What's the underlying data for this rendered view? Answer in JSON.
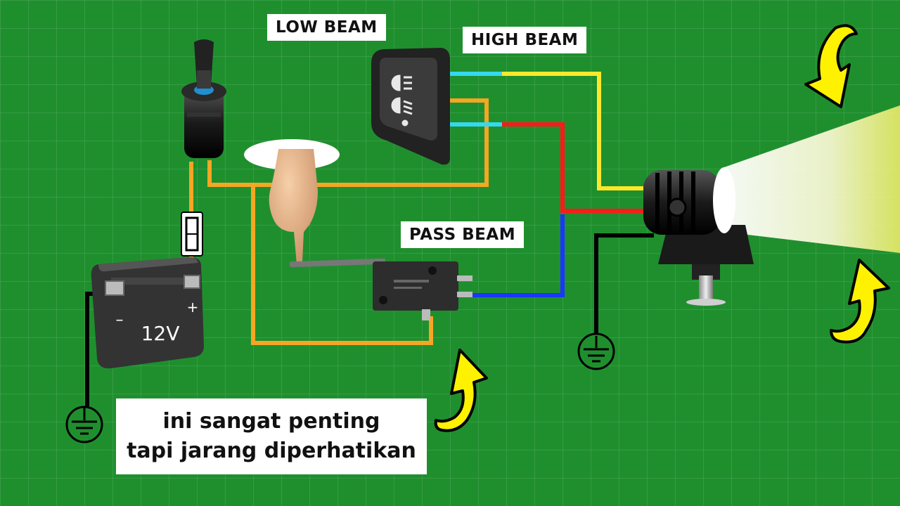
{
  "labels": {
    "low_beam": "LOW BEAM",
    "high_beam": "HIGH BEAM",
    "pass_beam": "PASS BEAM"
  },
  "battery": {
    "voltage": "12V",
    "plus": "+",
    "minus": "–"
  },
  "caption": {
    "line1": "ini sangat penting",
    "line2": "tapi jarang diperhatikan"
  },
  "colors": {
    "background": "#1f8f2e",
    "wire_orange": "#f5a623",
    "wire_yellow": "#ffe82a",
    "wire_red": "#ff1a1a",
    "wire_blue": "#1a36ff",
    "wire_cyan": "#34d8f0",
    "wire_black": "#000000",
    "arrow": "#fff200",
    "beam": "#fff8c8"
  },
  "icons": [
    "ignition-key-icon",
    "dimmer-switch-icon",
    "hand-pointer-icon",
    "micro-switch-icon",
    "battery-icon",
    "fuse-icon",
    "ground-icon",
    "headlight-icon",
    "curved-arrow-icon"
  ]
}
